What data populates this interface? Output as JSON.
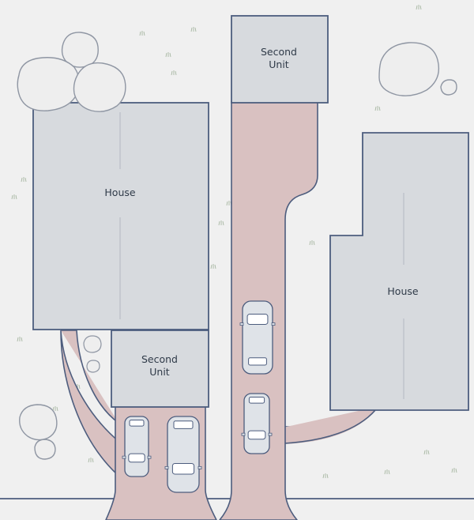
{
  "labels": {
    "house_left": "House",
    "house_right": "House",
    "second_unit_top": [
      "Second",
      "Unit"
    ],
    "second_unit_left": [
      "Second",
      "Unit"
    ]
  },
  "colors": {
    "background": "#f0f0f0",
    "building_fill": "#d7dade",
    "outline": "#4d5d7e",
    "driveway": "#d9c1c1",
    "car_body": "#dfe3e8",
    "car_glass": "#ffffff",
    "tree_fill": "#eeeeee",
    "grass_mark": "#a7b7a2"
  },
  "icons": [
    "car-icon",
    "tree-icon",
    "grass-tuft-icon"
  ]
}
